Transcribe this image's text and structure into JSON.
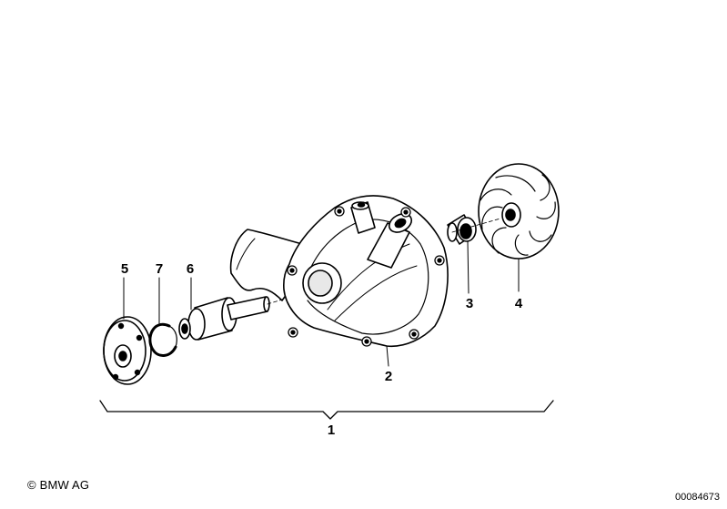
{
  "callouts": {
    "p1": "1",
    "p2": "2",
    "p3": "3",
    "p4": "4",
    "p5": "5",
    "p6": "6",
    "p7": "7"
  },
  "footer": {
    "copyright": "© BMW AG",
    "drawing_number": "00084673"
  }
}
